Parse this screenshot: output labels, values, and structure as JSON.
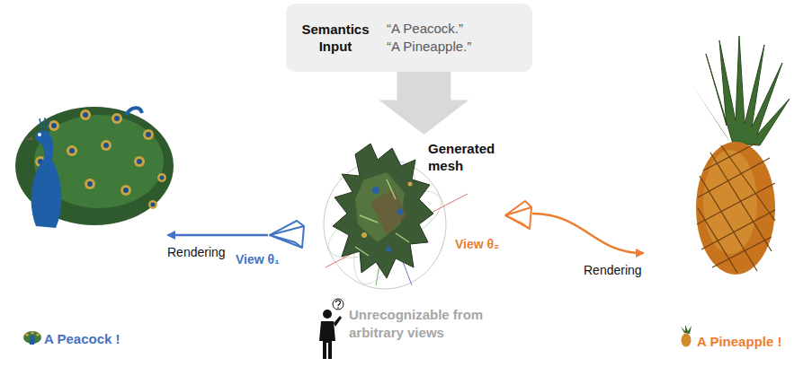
{
  "diagram": {
    "nodes": [
      {
        "text": [
          "Semantics Input",
          "“A Peacock.”",
          "“A Pineapple.”"
        ]
      },
      {
        "text": [
          "Generated mesh"
        ]
      },
      {
        "text": [
          "A Peacock !"
        ]
      },
      {
        "text": [
          "A Pineapple !"
        ]
      }
    ],
    "edges": [
      {
        "from": 0,
        "to": 1,
        "arrow": "to"
      },
      {
        "from": 1,
        "to": 2,
        "label": "Rendering",
        "arrow": "to"
      },
      {
        "from": 1,
        "to": 3,
        "label": "Rendering",
        "arrow": "to"
      }
    ],
    "labels": [
      "View θ₁",
      "View θ₂",
      "Unrecognizable from arbitrary views"
    ]
  }
}
